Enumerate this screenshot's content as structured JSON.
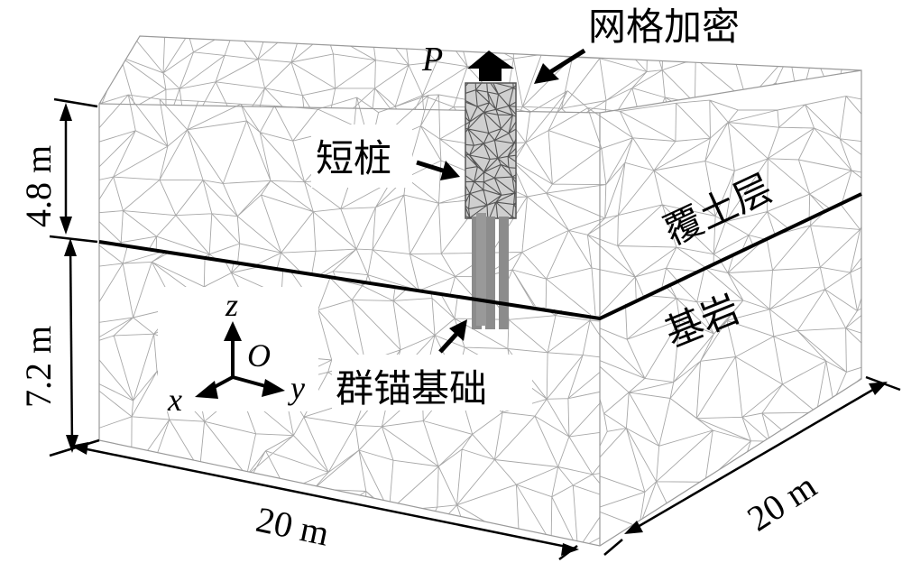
{
  "labels": {
    "load": "P",
    "mesh_refine": "网格加密",
    "short_pile": "短桩",
    "overburden": "覆土层",
    "bedrock": "基岩",
    "anchor_group": "群锚基础"
  },
  "axes": {
    "z": "z",
    "origin": "O",
    "x": "x",
    "y": "y"
  },
  "dimensions": {
    "overburden_thickness": "4.8 m",
    "bedrock_thickness": "7.2 m",
    "width_front": "20 m",
    "width_side": "20 m"
  },
  "colors": {
    "mesh": "#a8a8a8",
    "pile_mesh": "#555555",
    "anchor": "#8c8c8c",
    "ink": "#000000"
  }
}
